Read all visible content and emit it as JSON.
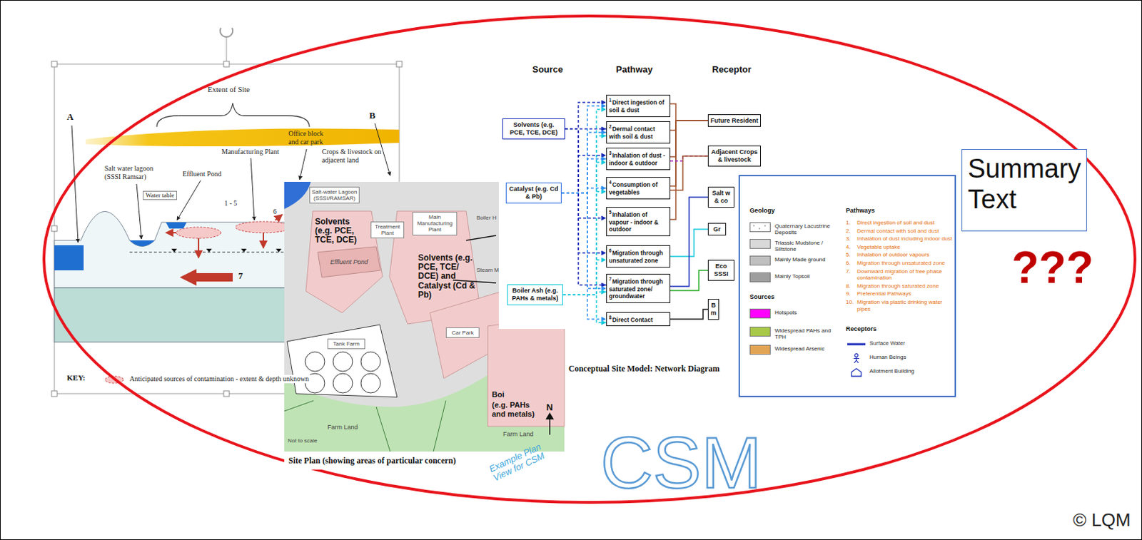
{
  "diagram": {
    "nodes": [
      {
        "text": [
          "Salt-water Lagoon (SSSI/RAMSAR)"
        ]
      },
      {
        "text": [
          "Treatment Plant"
        ]
      },
      {
        "text": [
          "Main Manufacturing Plant"
        ]
      },
      {
        "text": [
          "Tank Farm"
        ]
      },
      {
        "text": [
          "Car Park"
        ]
      },
      {
        "text": [
          "Solvents (e.g. PCE, TCE, DCE)"
        ]
      },
      {
        "text": [
          "Catalyst (e.g. Cd & Pb)"
        ]
      },
      {
        "text": [
          "Boiler Ash (e.g. PAHs & metals)"
        ]
      },
      {
        "text": [
          "1",
          "Direct ingestion of soil & dust"
        ]
      },
      {
        "text": [
          "2",
          "Dermal contact with soil & dust"
        ]
      },
      {
        "text": [
          "3",
          "Inhalation of dust - indoor & outdoor"
        ]
      },
      {
        "text": [
          "4",
          "Consumption of vegetables"
        ]
      },
      {
        "text": [
          "5",
          "Inhalation of vapour - indoor & outdoor"
        ]
      },
      {
        "text": [
          "6",
          "Migration through unsaturated zone"
        ]
      },
      {
        "text": [
          "7",
          "Migration through saturated zone/ groundwater"
        ]
      },
      {
        "text": [
          "8",
          "Direct Contact"
        ]
      },
      {
        "text": [
          "Future Resident"
        ]
      },
      {
        "text": [
          "Adjacent Crops & livestock"
        ]
      },
      {
        "text": [
          "Salt w & co"
        ]
      },
      {
        "text": [
          "Gr"
        ]
      },
      {
        "text": [
          "Eco SSSI"
        ]
      },
      {
        "text": [
          "B m"
        ]
      },
      {
        "text": [
          "Summary Text"
        ]
      }
    ],
    "edges": [
      {
        "from": 5,
        "to": 8,
        "arrow": "to"
      },
      {
        "from": 5,
        "to": 9,
        "arrow": "to"
      },
      {
        "from": 5,
        "to": 10,
        "arrow": "to"
      },
      {
        "from": 5,
        "to": 12,
        "arrow": "to"
      },
      {
        "from": 5,
        "to": 13,
        "arrow": "to"
      },
      {
        "from": 5,
        "to": 14,
        "arrow": "to"
      },
      {
        "from": 6,
        "to": 8,
        "arrow": "to"
      },
      {
        "from": 6,
        "to": 9,
        "arrow": "to"
      },
      {
        "from": 6,
        "to": 10,
        "arrow": "to"
      },
      {
        "from": 6,
        "to": 11,
        "arrow": "to"
      },
      {
        "from": 6,
        "to": 14,
        "arrow": "to"
      },
      {
        "from": 6,
        "to": 15,
        "arrow": "to"
      },
      {
        "from": 7,
        "to": 8,
        "arrow": "to"
      },
      {
        "from": 7,
        "to": 9,
        "arrow": "to"
      },
      {
        "from": 7,
        "to": 10,
        "arrow": "to"
      },
      {
        "from": 7,
        "to": 11,
        "arrow": "to"
      },
      {
        "from": 7,
        "to": 13,
        "arrow": "to"
      },
      {
        "from": 7,
        "to": 14,
        "arrow": "to"
      },
      {
        "from": 7,
        "to": 15,
        "arrow": "to"
      },
      {
        "from": 8,
        "to": 16,
        "arrow": "none"
      },
      {
        "from": 9,
        "to": 16,
        "arrow": "none"
      },
      {
        "from": 10,
        "to": 16,
        "arrow": "none"
      },
      {
        "from": 11,
        "to": 16,
        "arrow": "none"
      },
      {
        "from": 12,
        "to": 16,
        "arrow": "none"
      },
      {
        "from": 10,
        "to": 17,
        "arrow": "none"
      },
      {
        "from": 11,
        "to": 17,
        "arrow": "none"
      },
      {
        "from": 13,
        "to": 19,
        "arrow": "none"
      },
      {
        "from": 14,
        "to": 18,
        "arrow": "none"
      },
      {
        "from": 14,
        "to": 20,
        "arrow": "none"
      },
      {
        "from": 15,
        "to": 21,
        "arrow": "none"
      }
    ],
    "labels": [
      "A",
      "B",
      "Extent of Site",
      "Manufacturing Plant",
      "Office block and car park",
      "Crops & livestock on adjacent land",
      "Salt water lagoon (SSSI Ramsar)",
      "Effluent Pond",
      "Water table",
      "1 - 5",
      "6",
      "7",
      "KEY:",
      "Anticipated sources of contamination - extent & depth unknown",
      "Solvents (e.g. PCE, TCE, DCE)",
      "Effluent Pond",
      "Solvents (e.g. PCE, TCE/ DCE) and Catalyst (Cd & Pb)",
      "Boiler H",
      "Steam M",
      "Boi",
      "(e.g. PAHs and metals)",
      "Farm Land",
      "Farm Land",
      "Not to scale",
      "N",
      "Site Plan (showing areas of particular concern)",
      "Example Plan View for CSM",
      "Source",
      "Pathway",
      "Receptor",
      "Conceptual Site Model: Network Diagram",
      "Geology",
      "Sources",
      "Pathways",
      "1.",
      "Direct ingestion of soil and dust",
      "2.",
      "Dermal contact with soil and dust",
      "3.",
      "Inhalation of dust including indoor dust",
      "4.",
      "Vegetable uptake",
      "5.",
      "Inhalation of outdoor vapours",
      "6.",
      "Migration through unsaturated zone",
      "7.",
      "Downward migration of free phase contamination",
      "8.",
      "Migration through saturated zone",
      "9.",
      "Preferential Pathways",
      "10.",
      "Migration via plastic drinking water pipes",
      "Receptors",
      "???",
      "CSM",
      "© LQM"
    ],
    "legend": [
      {
        "text": "Quaternary Lacustrine Deposits"
      },
      {
        "text": "Triassic Mudstone / Siltstone",
        "color": "#d9d9d9"
      },
      {
        "text": "Mainly Made ground",
        "color": "#bfbfbf"
      },
      {
        "text": "Mainly Topsoil",
        "color": "#9e9e9e"
      },
      {
        "text": "Hotspots",
        "color": "#ff00ff"
      },
      {
        "text": "Widespread PAHs and TPH",
        "color": "#a8c84a"
      },
      {
        "text": "Widespread Arsenic",
        "color": "#e2a455"
      },
      {
        "text": "Surface Water"
      },
      {
        "text": "Human Beings"
      },
      {
        "text": "Allotment Building"
      }
    ]
  }
}
